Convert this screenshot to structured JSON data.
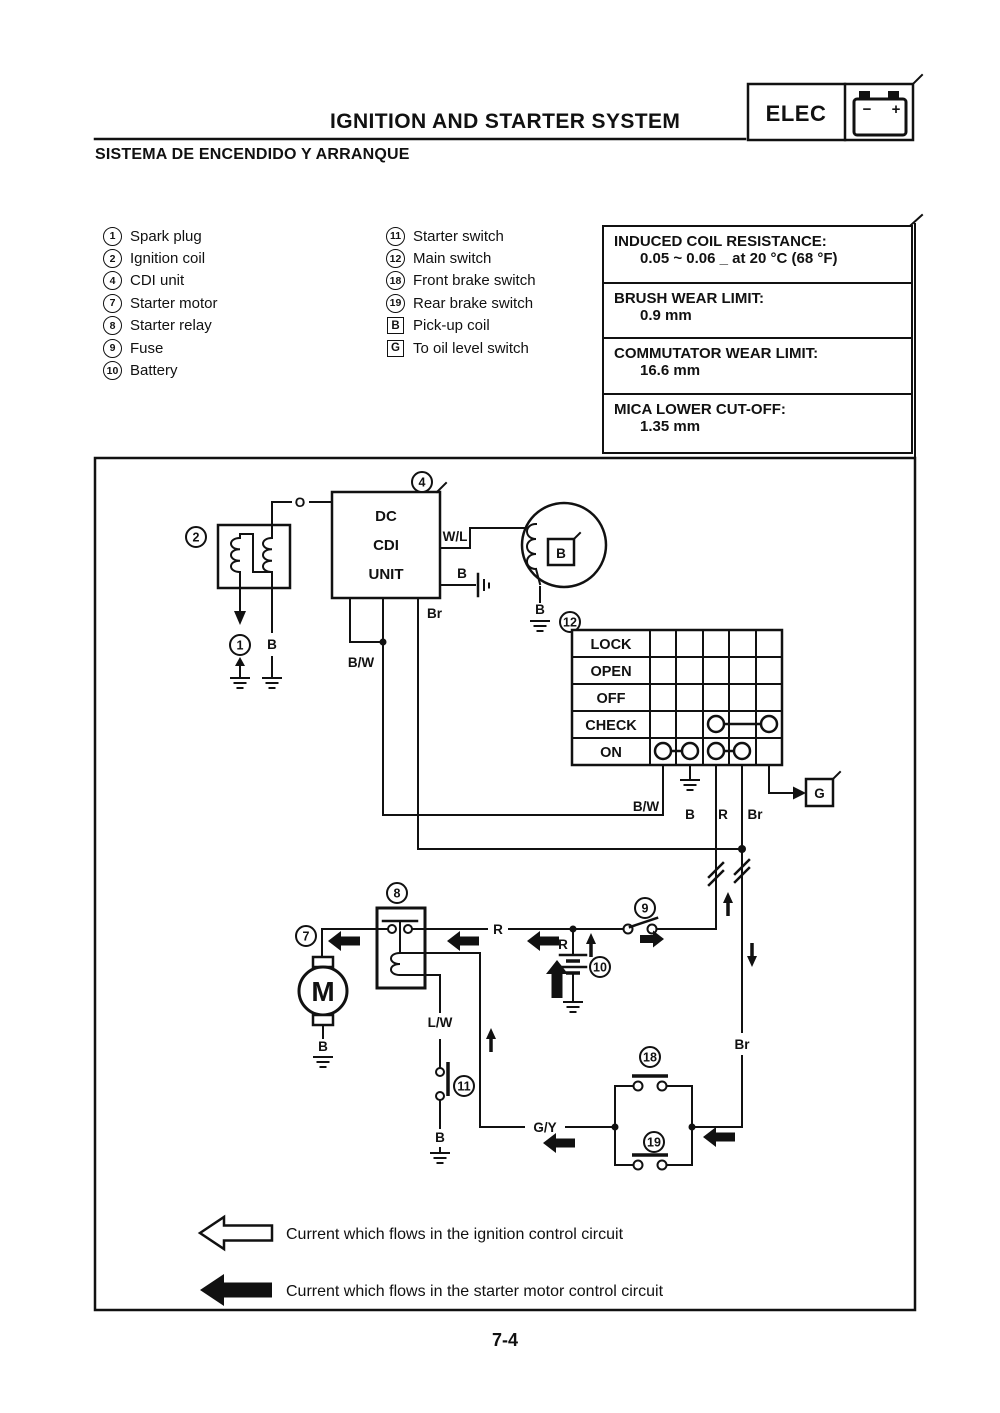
{
  "colors": {
    "ink": "#111111",
    "paper": "#ffffff"
  },
  "header": {
    "title": "IGNITION AND STARTER SYSTEM",
    "subtitle": "SISTEMA DE ENCENDIDO Y ARRANQUE",
    "section_tab": "ELEC",
    "battery_minus": "−",
    "battery_plus": "+"
  },
  "legend": {
    "left": [
      {
        "num": "1",
        "label": "Spark plug"
      },
      {
        "num": "2",
        "label": "Ignition coil"
      },
      {
        "num": "4",
        "label": "CDI unit"
      },
      {
        "num": "7",
        "label": "Starter motor"
      },
      {
        "num": "8",
        "label": "Starter relay"
      },
      {
        "num": "9",
        "label": "Fuse"
      },
      {
        "num": "10",
        "label": "Battery"
      }
    ],
    "middle": [
      {
        "num": "11",
        "label": "Starter switch"
      },
      {
        "num": "12",
        "label": "Main switch"
      },
      {
        "num": "18",
        "label": "Front brake switch"
      },
      {
        "num": "19",
        "label": "Rear brake switch"
      },
      {
        "letter": "B",
        "label": "Pick-up coil"
      },
      {
        "letter": "G",
        "label": "To oil level switch"
      }
    ]
  },
  "specs": [
    {
      "title": "INDUCED COIL RESISTANCE:",
      "value": "0.05 ~ 0.06 _ at 20 °C (68 °F)"
    },
    {
      "title": "BRUSH WEAR LIMIT:",
      "value": "0.9 mm"
    },
    {
      "title": "COMMUTATOR WEAR LIMIT:",
      "value": "16.6 mm"
    },
    {
      "title": "MICA LOWER CUT-OFF:",
      "value": "1.35 mm"
    }
  ],
  "diagram": {
    "numbers": {
      "spark_plug": "1",
      "ignition_coil": "2",
      "cdi_unit": "4",
      "starter_motor": "7",
      "starter_relay": "8",
      "fuse": "9",
      "battery": "10",
      "starter_switch": "11",
      "main_switch": "12",
      "front_brake_switch": "18",
      "rear_brake_switch": "19"
    },
    "boxes": {
      "pickup_coil": "B",
      "oil_level": "G"
    },
    "cdi_lines": [
      "DC",
      "CDI",
      "UNIT"
    ],
    "main_switch_rows": [
      "LOCK",
      "OPEN",
      "OFF",
      "CHECK",
      "ON"
    ],
    "wire_labels": {
      "o": "O",
      "wl": "W/L",
      "b": "B",
      "bw": "B/W",
      "br": "Br",
      "r": "R",
      "lw": "L/W",
      "gy": "G/Y"
    },
    "motor_letter": "M"
  },
  "flow_legend": [
    {
      "style": "outline",
      "text": "Current which flows in the ignition control circuit"
    },
    {
      "style": "solid",
      "text": "Current which flows in the starter motor control circuit"
    }
  ],
  "page_number": "7-4"
}
